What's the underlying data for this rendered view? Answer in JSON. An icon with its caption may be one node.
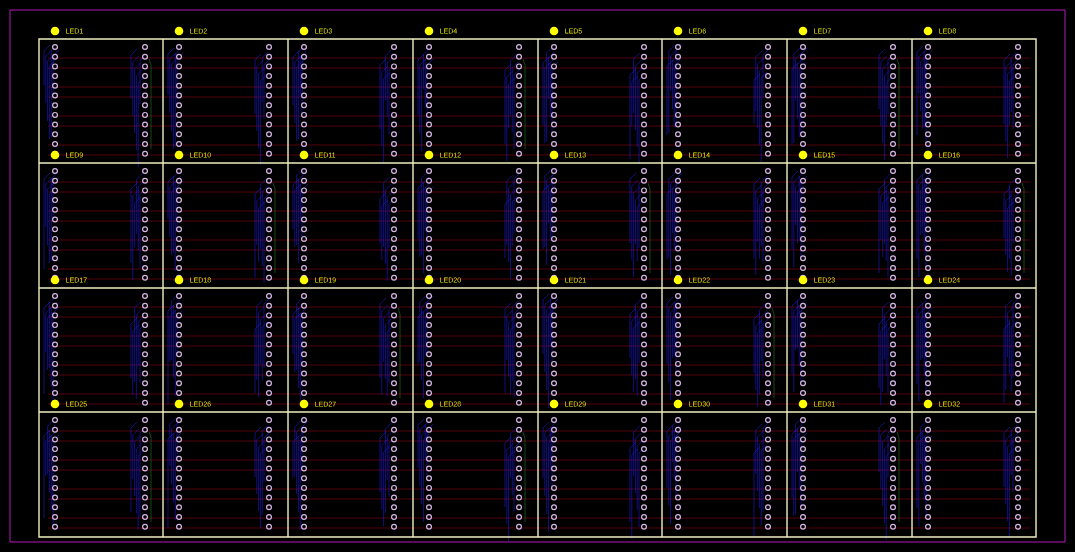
{
  "diagram": {
    "nodes": [
      {
        "text": [
          "LED1"
        ]
      },
      {
        "text": [
          "LED2"
        ]
      },
      {
        "text": [
          "LED3"
        ]
      },
      {
        "text": [
          "LED4"
        ]
      },
      {
        "text": [
          "LED5"
        ]
      },
      {
        "text": [
          "LED6"
        ]
      },
      {
        "text": [
          "LED7"
        ]
      },
      {
        "text": [
          "LED8"
        ]
      },
      {
        "text": [
          "LED9"
        ]
      },
      {
        "text": [
          "LED10"
        ]
      },
      {
        "text": [
          "LED11"
        ]
      },
      {
        "text": [
          "LED12"
        ]
      },
      {
        "text": [
          "LED13"
        ]
      },
      {
        "text": [
          "LED14"
        ]
      },
      {
        "text": [
          "LED15"
        ]
      },
      {
        "text": [
          "LED16"
        ]
      },
      {
        "text": [
          "LED17"
        ]
      },
      {
        "text": [
          "LED18"
        ]
      },
      {
        "text": [
          "LED19"
        ]
      },
      {
        "text": [
          "LED20"
        ]
      },
      {
        "text": [
          "LED21"
        ]
      },
      {
        "text": [
          "LED22"
        ]
      },
      {
        "text": [
          "LED23"
        ]
      },
      {
        "text": [
          "LED24"
        ]
      },
      {
        "text": [
          "LED25"
        ]
      },
      {
        "text": [
          "LED26"
        ]
      },
      {
        "text": [
          "LED27"
        ]
      },
      {
        "text": [
          "LED28"
        ]
      },
      {
        "text": [
          "LED29"
        ]
      },
      {
        "text": [
          "LED30"
        ]
      },
      {
        "text": [
          "LED31"
        ]
      },
      {
        "text": [
          "LED32"
        ]
      }
    ]
  }
}
